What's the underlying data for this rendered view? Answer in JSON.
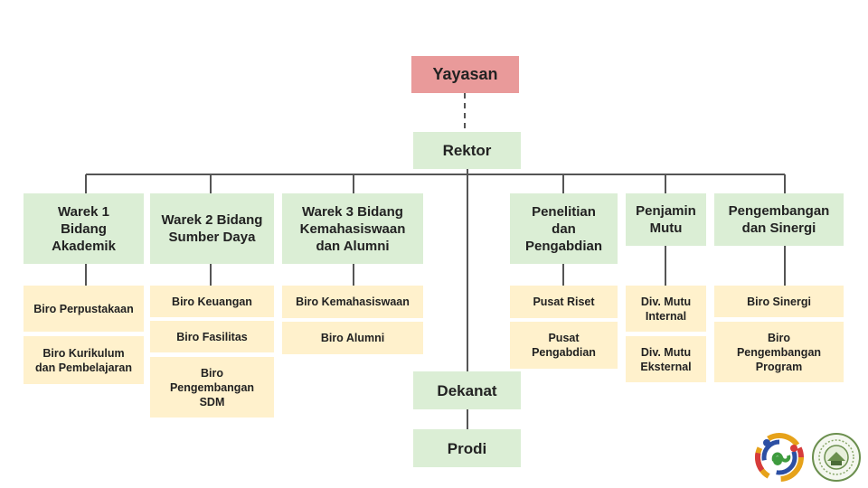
{
  "chart": {
    "top": "Yayasan",
    "rektor": "Rektor",
    "dekanat": "Dekanat",
    "prodi": "Prodi",
    "units": [
      {
        "title": "Warek 1\nBidang\nAkademik",
        "subs": [
          "Biro Perpustakaan",
          "Biro Kurikulum\ndan Pembelajaran"
        ]
      },
      {
        "title": "Warek 2 Bidang\nSumber Daya",
        "subs": [
          "Biro Keuangan",
          "Biro Fasilitas",
          "Biro\nPengembangan\nSDM"
        ]
      },
      {
        "title": "Warek 3 Bidang\nKemahasiswaan\ndan Alumni",
        "subs": [
          "Biro Kemahasiswaan",
          "Biro Alumni"
        ]
      },
      {
        "title": "Penelitian\ndan\nPengabdian",
        "subs": [
          "Pusat Riset",
          "Pusat\nPengabdian"
        ]
      },
      {
        "title": "Penjamin\nMutu",
        "subs": [
          "Div. Mutu\nInternal",
          "Div. Mutu\nEksternal"
        ]
      },
      {
        "title": "Pengembangan\ndan Sinergi",
        "subs": [
          "Biro Sinergi",
          "Biro\nPengembangan\nProgram"
        ]
      }
    ]
  },
  "colors": {
    "top": "#e99a9a",
    "green": "#dbeed5",
    "yellow": "#fff1cc",
    "line": "#555555"
  },
  "logos": [
    "institution-logo",
    "university-seal"
  ]
}
